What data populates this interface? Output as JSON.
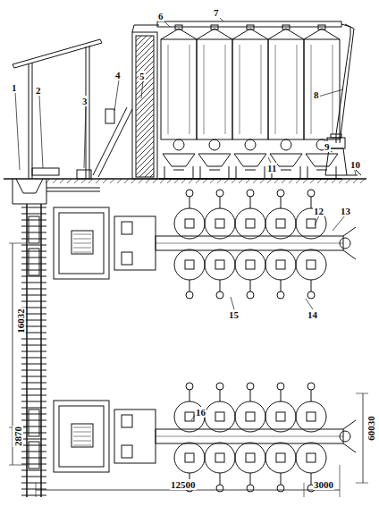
{
  "diagram": {
    "labels": [
      "1",
      "2",
      "3",
      "4",
      "5",
      "6",
      "7",
      "8",
      "9",
      "10",
      "11",
      "12",
      "13",
      "14",
      "15",
      "16",
      "16032",
      "2870",
      "12500",
      "3000",
      "60030"
    ]
  }
}
